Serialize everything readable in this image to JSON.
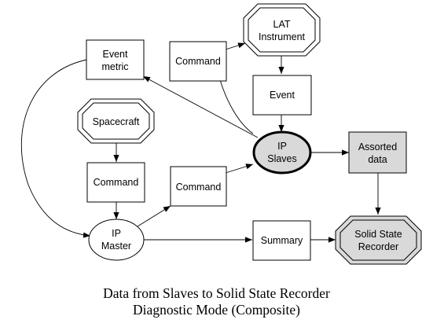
{
  "nodes": {
    "event_metric": {
      "line1": "Event",
      "line2": "metric"
    },
    "command_top": {
      "label": "Command"
    },
    "lat_instrument": {
      "line1": "LAT",
      "line2": "Instrument"
    },
    "event": {
      "label": "Event"
    },
    "spacecraft": {
      "label": "Spacecraft"
    },
    "command_left": {
      "label": "Command"
    },
    "ip_slaves": {
      "line1": "IP",
      "line2": "Slaves"
    },
    "assorted_data": {
      "line1": "Assorted",
      "line2": "data"
    },
    "command_mid": {
      "label": "Command"
    },
    "ip_master": {
      "line1": "IP",
      "line2": "Master"
    },
    "summary": {
      "label": "Summary"
    },
    "solid_state_recorder": {
      "line1": "Solid State",
      "line2": "Recorder"
    }
  },
  "caption": {
    "line1": "Data from Slaves to Solid State Recorder",
    "line2": "Diagnostic Mode (Composite)"
  },
  "colors": {
    "gray_fill": "#d9d9d9",
    "line": "#000000"
  }
}
